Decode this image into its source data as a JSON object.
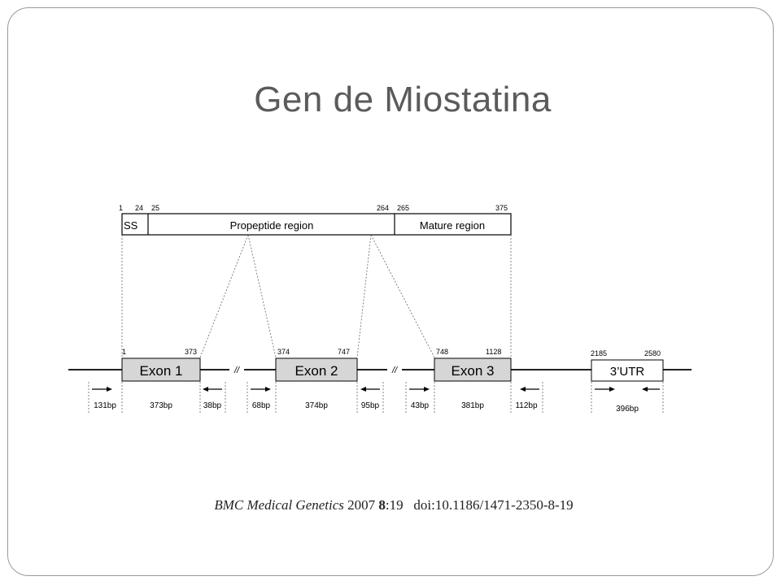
{
  "slide": {
    "title": "Gen de Miostatina"
  },
  "protein": {
    "regions": [
      {
        "name": "SS",
        "start": "1",
        "end": "24"
      },
      {
        "name": "Propeptide region",
        "start": "25",
        "end": "264"
      },
      {
        "name": "Mature region",
        "start": "265",
        "end": "375"
      }
    ]
  },
  "gene": {
    "exons": [
      {
        "name": "Exon 1",
        "start": "1",
        "end": "373",
        "length": "373bp"
      },
      {
        "name": "Exon 2",
        "start": "374",
        "end": "747",
        "length": "374bp"
      },
      {
        "name": "Exon 3",
        "start": "748",
        "end": "1128",
        "length": "381bp"
      }
    ],
    "utr": {
      "name": "3’UTR",
      "start": "2185",
      "end": "2580",
      "length": "396bp"
    },
    "break_mark": "//",
    "fragments": [
      "131bp",
      "38bp",
      "68bp",
      "95bp",
      "43bp",
      "112bp"
    ]
  },
  "citation": {
    "journal": "BMC Medical Genetics",
    "year": "2007",
    "volume": "8",
    "page": ":19",
    "doi": "doi:10.1186/1471-2350-8-19"
  }
}
